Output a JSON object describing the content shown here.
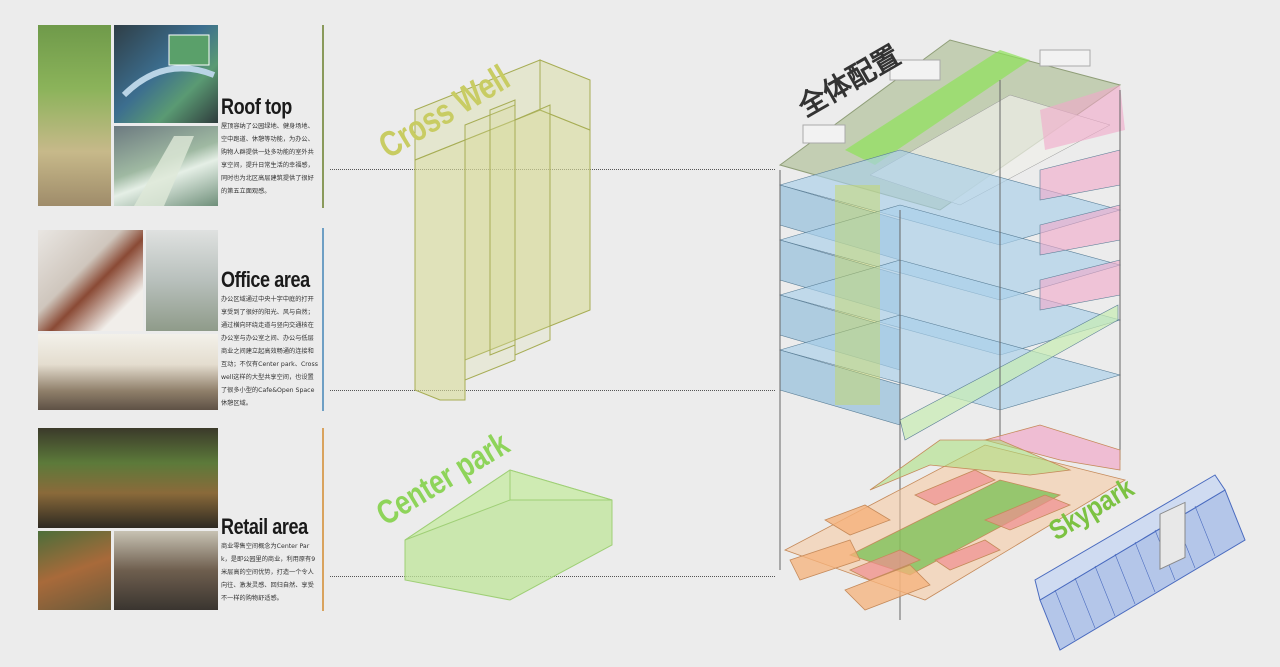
{
  "sections": [
    {
      "id": "roof-top",
      "title": "Roof top",
      "description": "屋顶容纳了公园绿地、健身场地、空中跑道、休憩等功能，为办公、购物人群提供一处多功能的室外共享空间，提升日常生活的幸福感，同时也为北区高层建筑提供了很好的第五立面观感。",
      "accent_color": "#8a9a5b"
    },
    {
      "id": "office-area",
      "title": "Office area",
      "description": "办公区域通过中央十字中庭的打开享受到了很好的阳光、风与自然；通过横向环绕走道与竖向交通核在办公室与办公室之间、办公与低层商业之间建立起高效畅通的连接和互动；不仅有Center park、Cross well这样的大型共享空间，也设置了很多小型的Cafe&Open Space休憩区域。",
      "accent_color": "#6e9fc4"
    },
    {
      "id": "retail-area",
      "title": "Retail area",
      "description": "商业零售空间概念为Center Park，是即公园里的商业，利用原有9米层高的空间优势，打造一个令人向往、激发灵感、回归自然、享受不一样的购物舒适感。",
      "accent_color": "#d9a35e"
    }
  ],
  "diagram_labels": {
    "cross_well": "Cross Well",
    "center_park": "Center park",
    "overall": "全体配置",
    "skypark": "Skypark"
  },
  "colors": {
    "background": "#ececec",
    "olive": "#b5bd3a",
    "green": "#7cc242",
    "blue": "#8fc3e6",
    "pink": "#e58bb6",
    "orange": "#f5b27a",
    "dark": "#333333"
  }
}
